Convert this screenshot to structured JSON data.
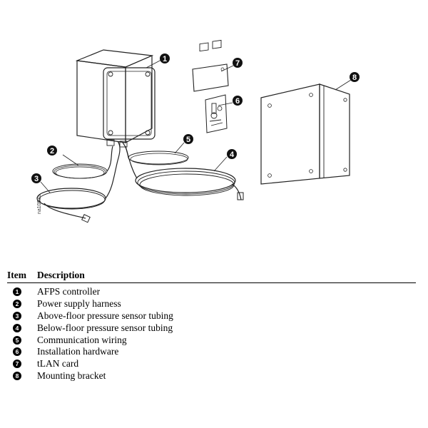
{
  "figure": {
    "figure_id": "na1053a",
    "callouts": [
      {
        "label": "1",
        "name": "afps-controller"
      },
      {
        "label": "2",
        "name": "power-supply-harness"
      },
      {
        "label": "3",
        "name": "above-floor-tubing"
      },
      {
        "label": "4",
        "name": "below-floor-tubing"
      },
      {
        "label": "5",
        "name": "communication-wiring"
      },
      {
        "label": "6",
        "name": "installation-hardware"
      },
      {
        "label": "7",
        "name": "tlan-card"
      },
      {
        "label": "8",
        "name": "mounting-bracket"
      }
    ]
  },
  "table": {
    "header": {
      "item": "Item",
      "description": "Description"
    },
    "rows": [
      {
        "item": "1",
        "description": "AFPS controller"
      },
      {
        "item": "2",
        "description": "Power supply harness"
      },
      {
        "item": "3",
        "description": "Above-floor pressure sensor tubing"
      },
      {
        "item": "4",
        "description": "Below-floor pressure sensor tubing"
      },
      {
        "item": "5",
        "description": "Communication wiring"
      },
      {
        "item": "6",
        "description": "Installation hardware"
      },
      {
        "item": "7",
        "description": "tLAN card"
      },
      {
        "item": "8",
        "description": "Mounting bracket"
      }
    ]
  }
}
